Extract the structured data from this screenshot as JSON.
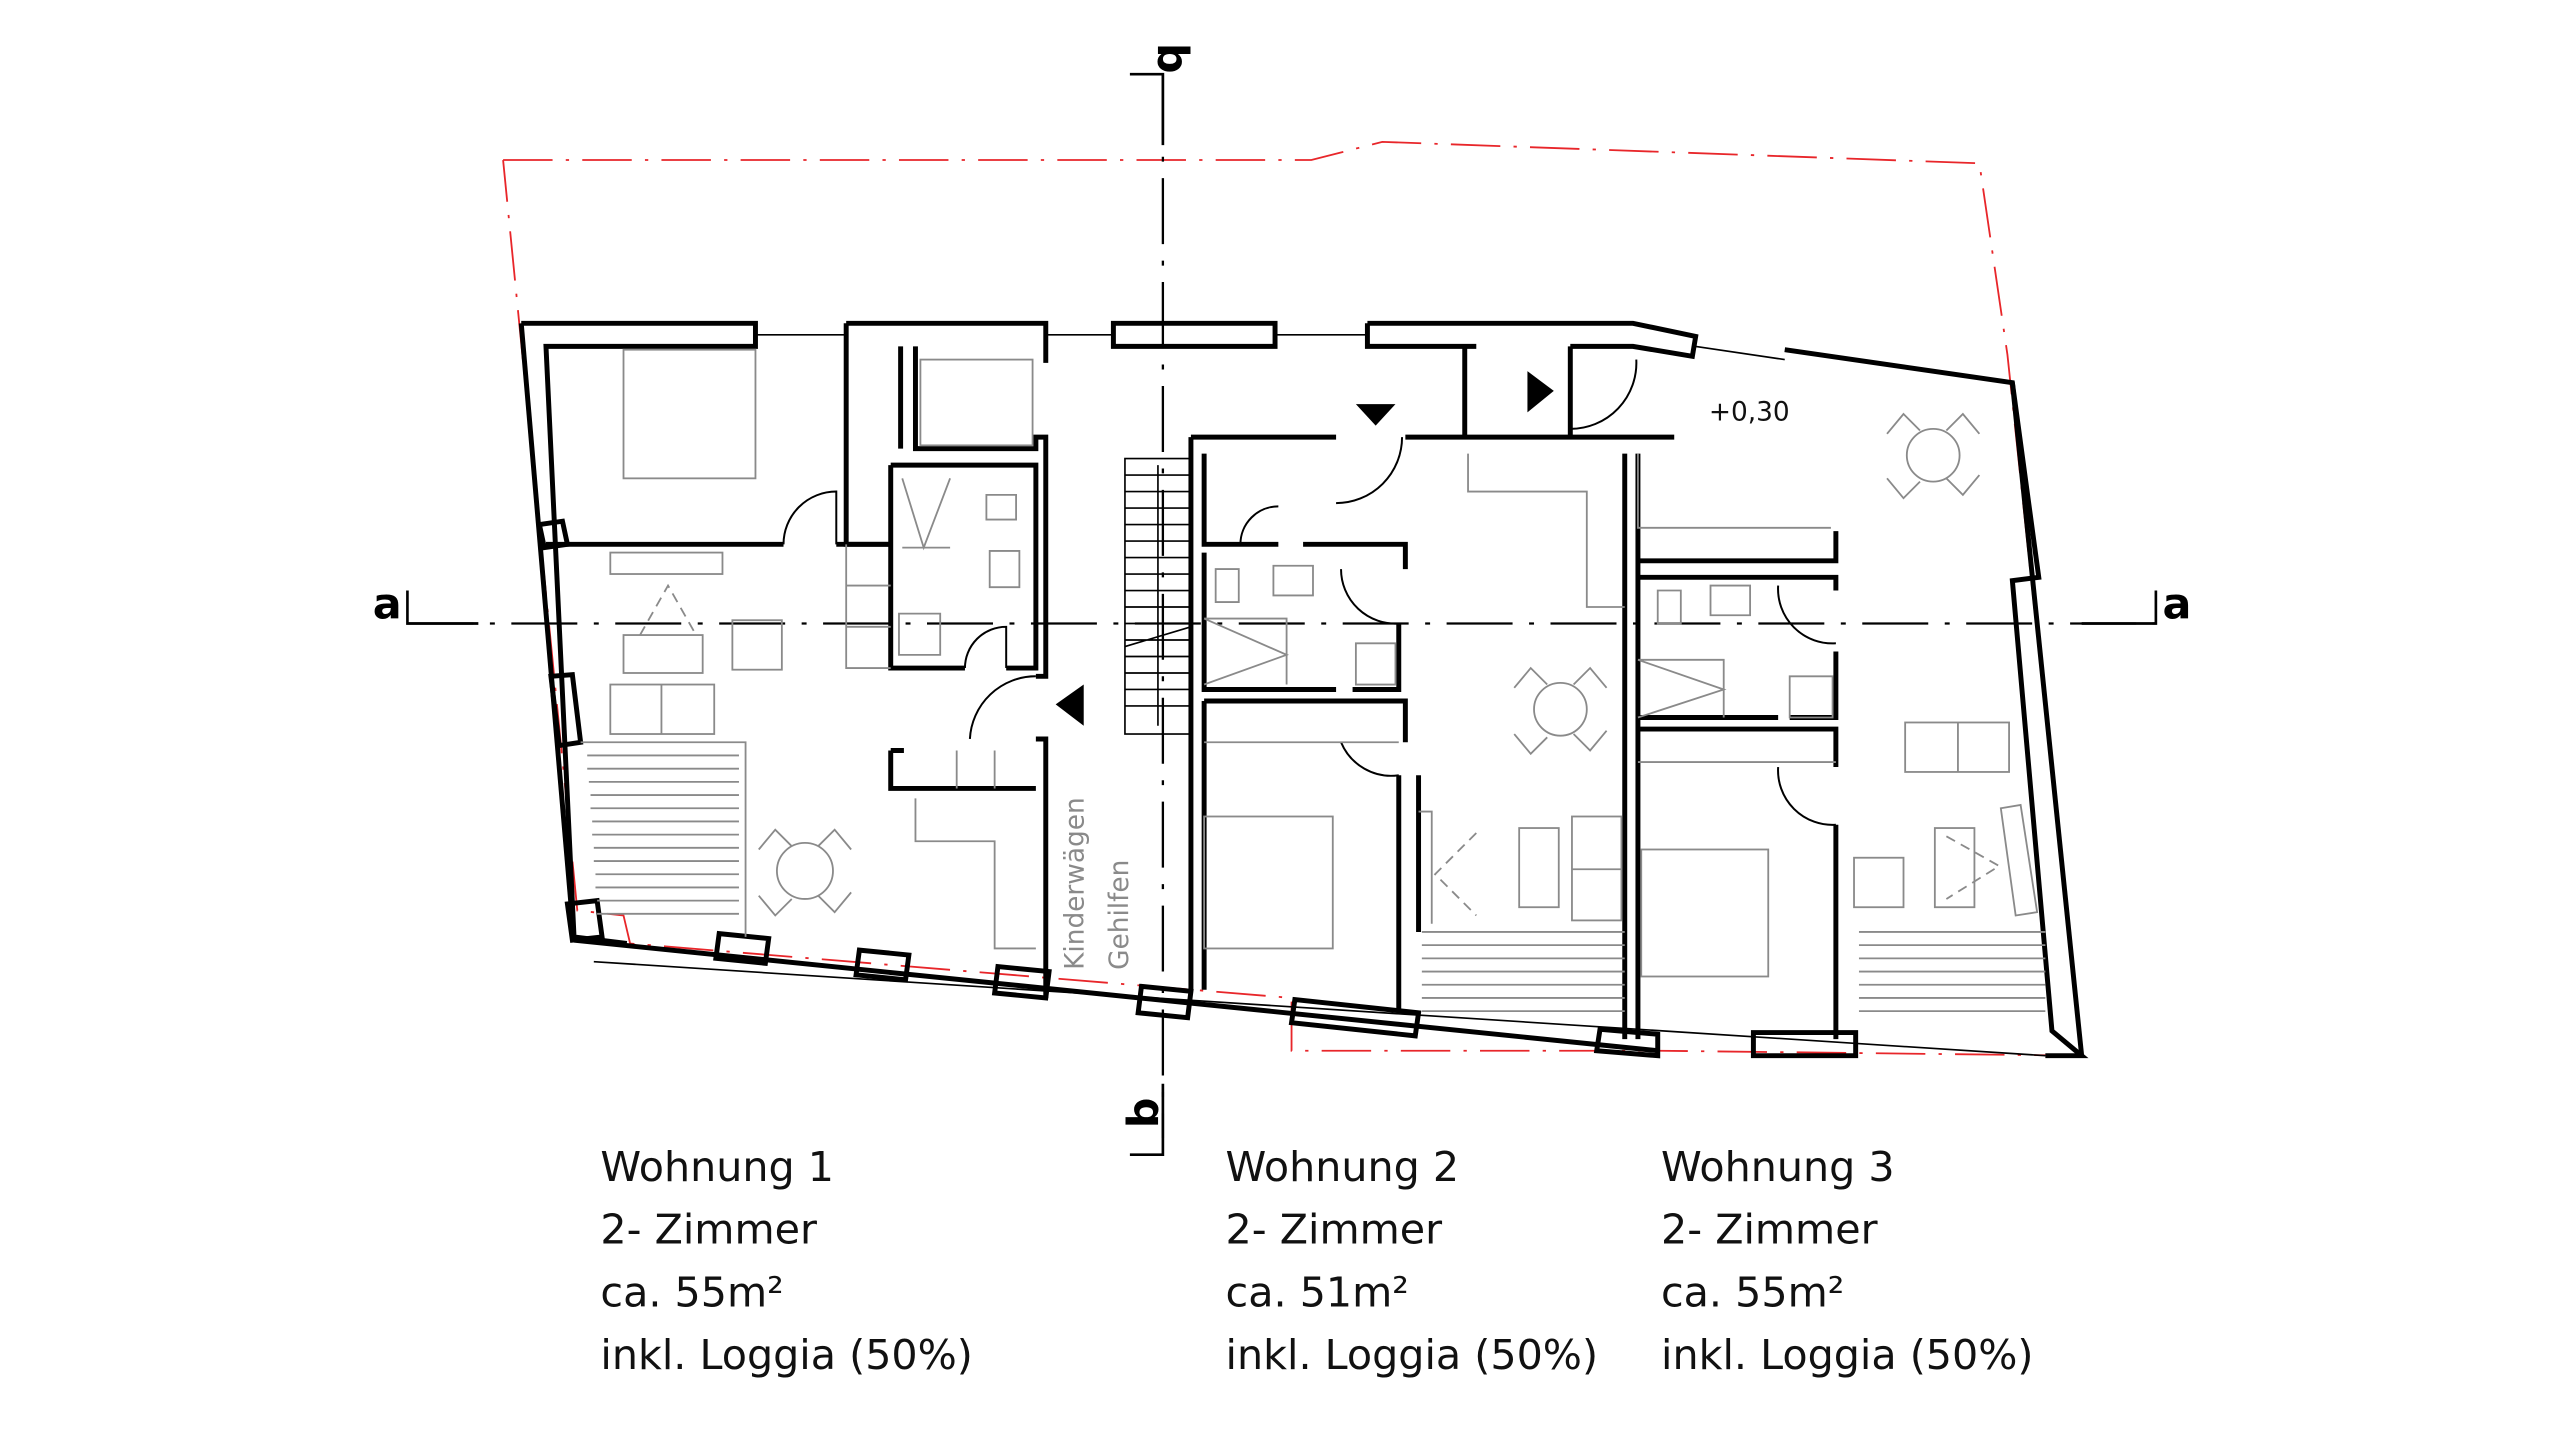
{
  "section_markers": {
    "a_left": "a",
    "a_right": "a",
    "b_top": "b",
    "b_bottom": "b"
  },
  "level_annotation": "+0,30",
  "storage_labels": [
    "Kinderwägen",
    "Gehilfen"
  ],
  "apartments": [
    {
      "name": "Wohnung 1",
      "rooms": "2- Zimmer",
      "area": "ca. 55m²",
      "note": "inkl. Loggia (50%)"
    },
    {
      "name": "Wohnung 2",
      "rooms": "2- Zimmer",
      "area": "ca. 51m²",
      "note": "inkl. Loggia (50%)"
    },
    {
      "name": "Wohnung 3",
      "rooms": "2- Zimmer",
      "area": "ca. 55m²",
      "note": "inkl. Loggia (50%)"
    }
  ],
  "colors": {
    "walls": "#000000",
    "property_line": "#e8262a",
    "furniture": "#8a8a8a"
  }
}
